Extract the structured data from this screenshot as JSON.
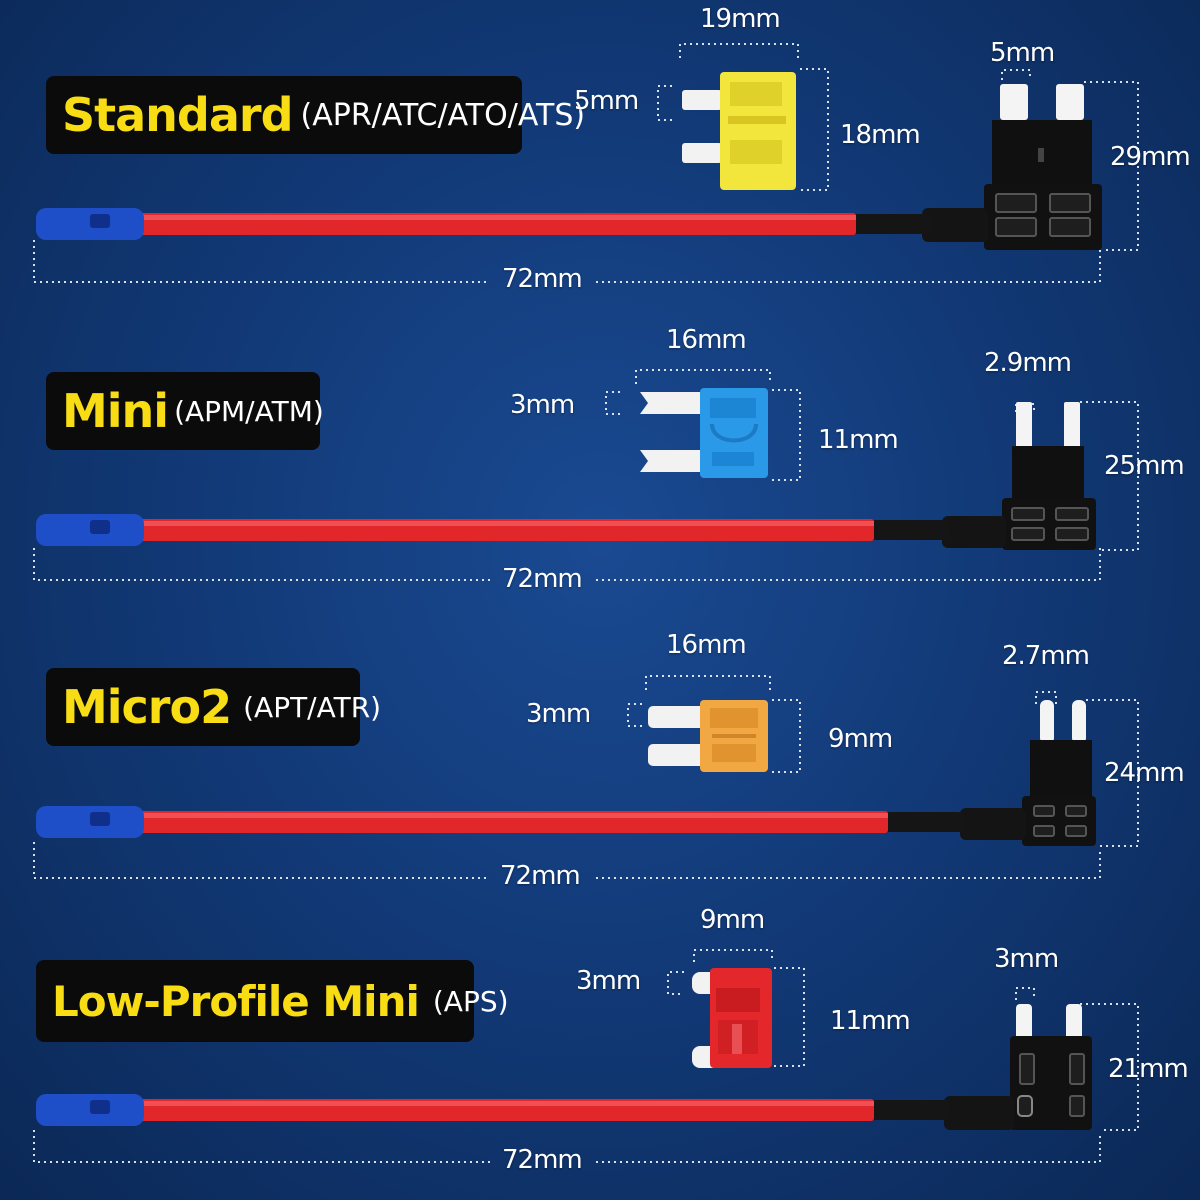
{
  "colors": {
    "wire": "#e2272a",
    "terminal": "#1f4fc8",
    "label_text": "#f8dc14",
    "fuse_standard": "#f2e53c",
    "fuse_mini": "#2a9ae8",
    "fuse_micro2": "#f2a842",
    "fuse_lowprofile": "#e3272b"
  },
  "rows": [
    {
      "name": "Standard",
      "types": "(APR/ATC/ATO/ATS)",
      "fuse_width": "19mm",
      "fuse_blade": "5mm",
      "fuse_height": "18mm",
      "tap_blade": "5mm",
      "tap_height": "29mm",
      "length": "72mm"
    },
    {
      "name": "Mini",
      "types": "(APM/ATM)",
      "fuse_width": "16mm",
      "fuse_blade": "3mm",
      "fuse_height": "11mm",
      "tap_blade": "2.9mm",
      "tap_height": "25mm",
      "length": "72mm"
    },
    {
      "name": "Micro2",
      "types": "(APT/ATR)",
      "fuse_width": "16mm",
      "fuse_blade": "3mm",
      "fuse_height": "9mm",
      "tap_blade": "2.7mm",
      "tap_height": "24mm",
      "length": "72mm"
    },
    {
      "name": "Low-Profile Mini",
      "types": "(APS)",
      "fuse_width": "9mm",
      "fuse_blade": "3mm",
      "fuse_height": "11mm",
      "tap_blade": "3mm",
      "tap_height": "21mm",
      "length": "72mm"
    }
  ]
}
